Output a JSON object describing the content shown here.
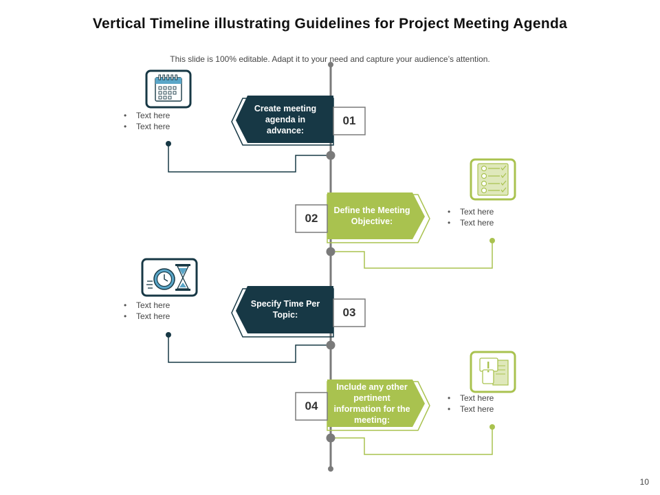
{
  "title": "Vertical Timeline illustrating Guidelines for Project Meeting Agenda",
  "subtitle": "This slide is 100% editable. Adapt it to your need and capture your audience’s attention.",
  "colors": {
    "dark": "#173845",
    "green": "#a9c24f",
    "gray": "#7a7a7a"
  },
  "steps": [
    {
      "number": "01",
      "label": "Create meeting agenda in advance:",
      "icon": "calendar-icon",
      "bullets": [
        "Text here",
        "Text here"
      ]
    },
    {
      "number": "02",
      "label": "Define the Meeting Objective:",
      "icon": "checklist-icon",
      "bullets": [
        "Text here",
        "Text here"
      ]
    },
    {
      "number": "03",
      "label": "Specify Time Per Topic:",
      "icon": "clock-hourglass-icon",
      "bullets": [
        "Text here",
        "Text here"
      ]
    },
    {
      "number": "04",
      "label": "Include any other pertinent information for the meeting:",
      "icon": "presentation-icon",
      "bullets": [
        "Text here",
        "Text here"
      ]
    }
  ],
  "page_number": "10"
}
